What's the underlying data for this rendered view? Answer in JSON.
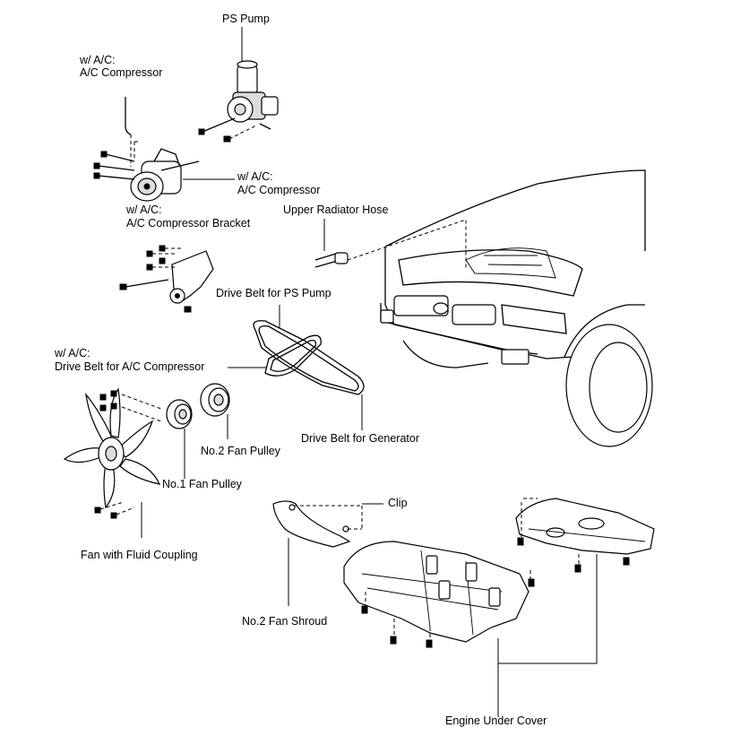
{
  "labels": {
    "ps_pump": "PS Pump",
    "ac_compressor_top_1": "w/ A/C:",
    "ac_compressor_top_2": "A/C Compressor",
    "ac_compressor_mid_1": "w/ A/C:",
    "ac_compressor_mid_2": "A/C Compressor",
    "ac_bracket_1": "w/ A/C:",
    "ac_bracket_2": "A/C Compressor Bracket",
    "upper_radiator_hose": "Upper Radiator Hose",
    "drive_belt_ps_pump": "Drive Belt for PS Pump",
    "drive_belt_ac_1": "w/ A/C:",
    "drive_belt_ac_2": "Drive Belt for A/C Compressor",
    "drive_belt_generator": "Drive Belt for Generator",
    "no2_fan_pulley": "No.2 Fan Pulley",
    "no1_fan_pulley": "No.1 Fan Pulley",
    "fan_fluid_coupling": "Fan with Fluid Coupling",
    "clip": "Clip",
    "no2_fan_shroud": "No.2 Fan Shroud",
    "engine_under_cover": "Engine Under Cover"
  }
}
